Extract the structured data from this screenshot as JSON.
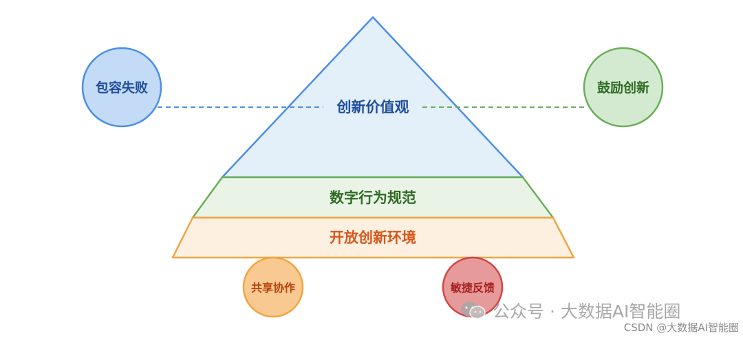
{
  "pyramid": {
    "top_label": "创新价值观",
    "middle_label": "数字行为规范",
    "bottom_label": "开放创新环境"
  },
  "circles": {
    "top_left": "包容失败",
    "top_right": "鼓励创新",
    "bottom_left": "共享协作",
    "bottom_right": "敏捷反馈"
  },
  "watermark": {
    "channel": "公众号 · 大数据AI智能圈",
    "credit": "CSDN @大数据AI智能圈"
  },
  "colors": {
    "top_fill": "#e3eff9",
    "top_stroke": "#4a8ee6",
    "top_text": "#1f4e9c",
    "middle_fill": "#e9f4e6",
    "middle_stroke": "#6aae58",
    "middle_text": "#2f6b24",
    "bottom_fill": "#fdf0e0",
    "bottom_stroke": "#f1a440",
    "bottom_text": "#d9561a",
    "circle_blue_fill": "#c3dbf6",
    "circle_blue_stroke": "#4a8ee6",
    "circle_green_fill": "#d4ead0",
    "circle_green_stroke": "#6aae58",
    "circle_orange_fill": "#f8c991",
    "circle_orange_stroke": "#f1a440",
    "circle_red_fill": "#e79a9a",
    "circle_red_stroke": "#d04545"
  }
}
